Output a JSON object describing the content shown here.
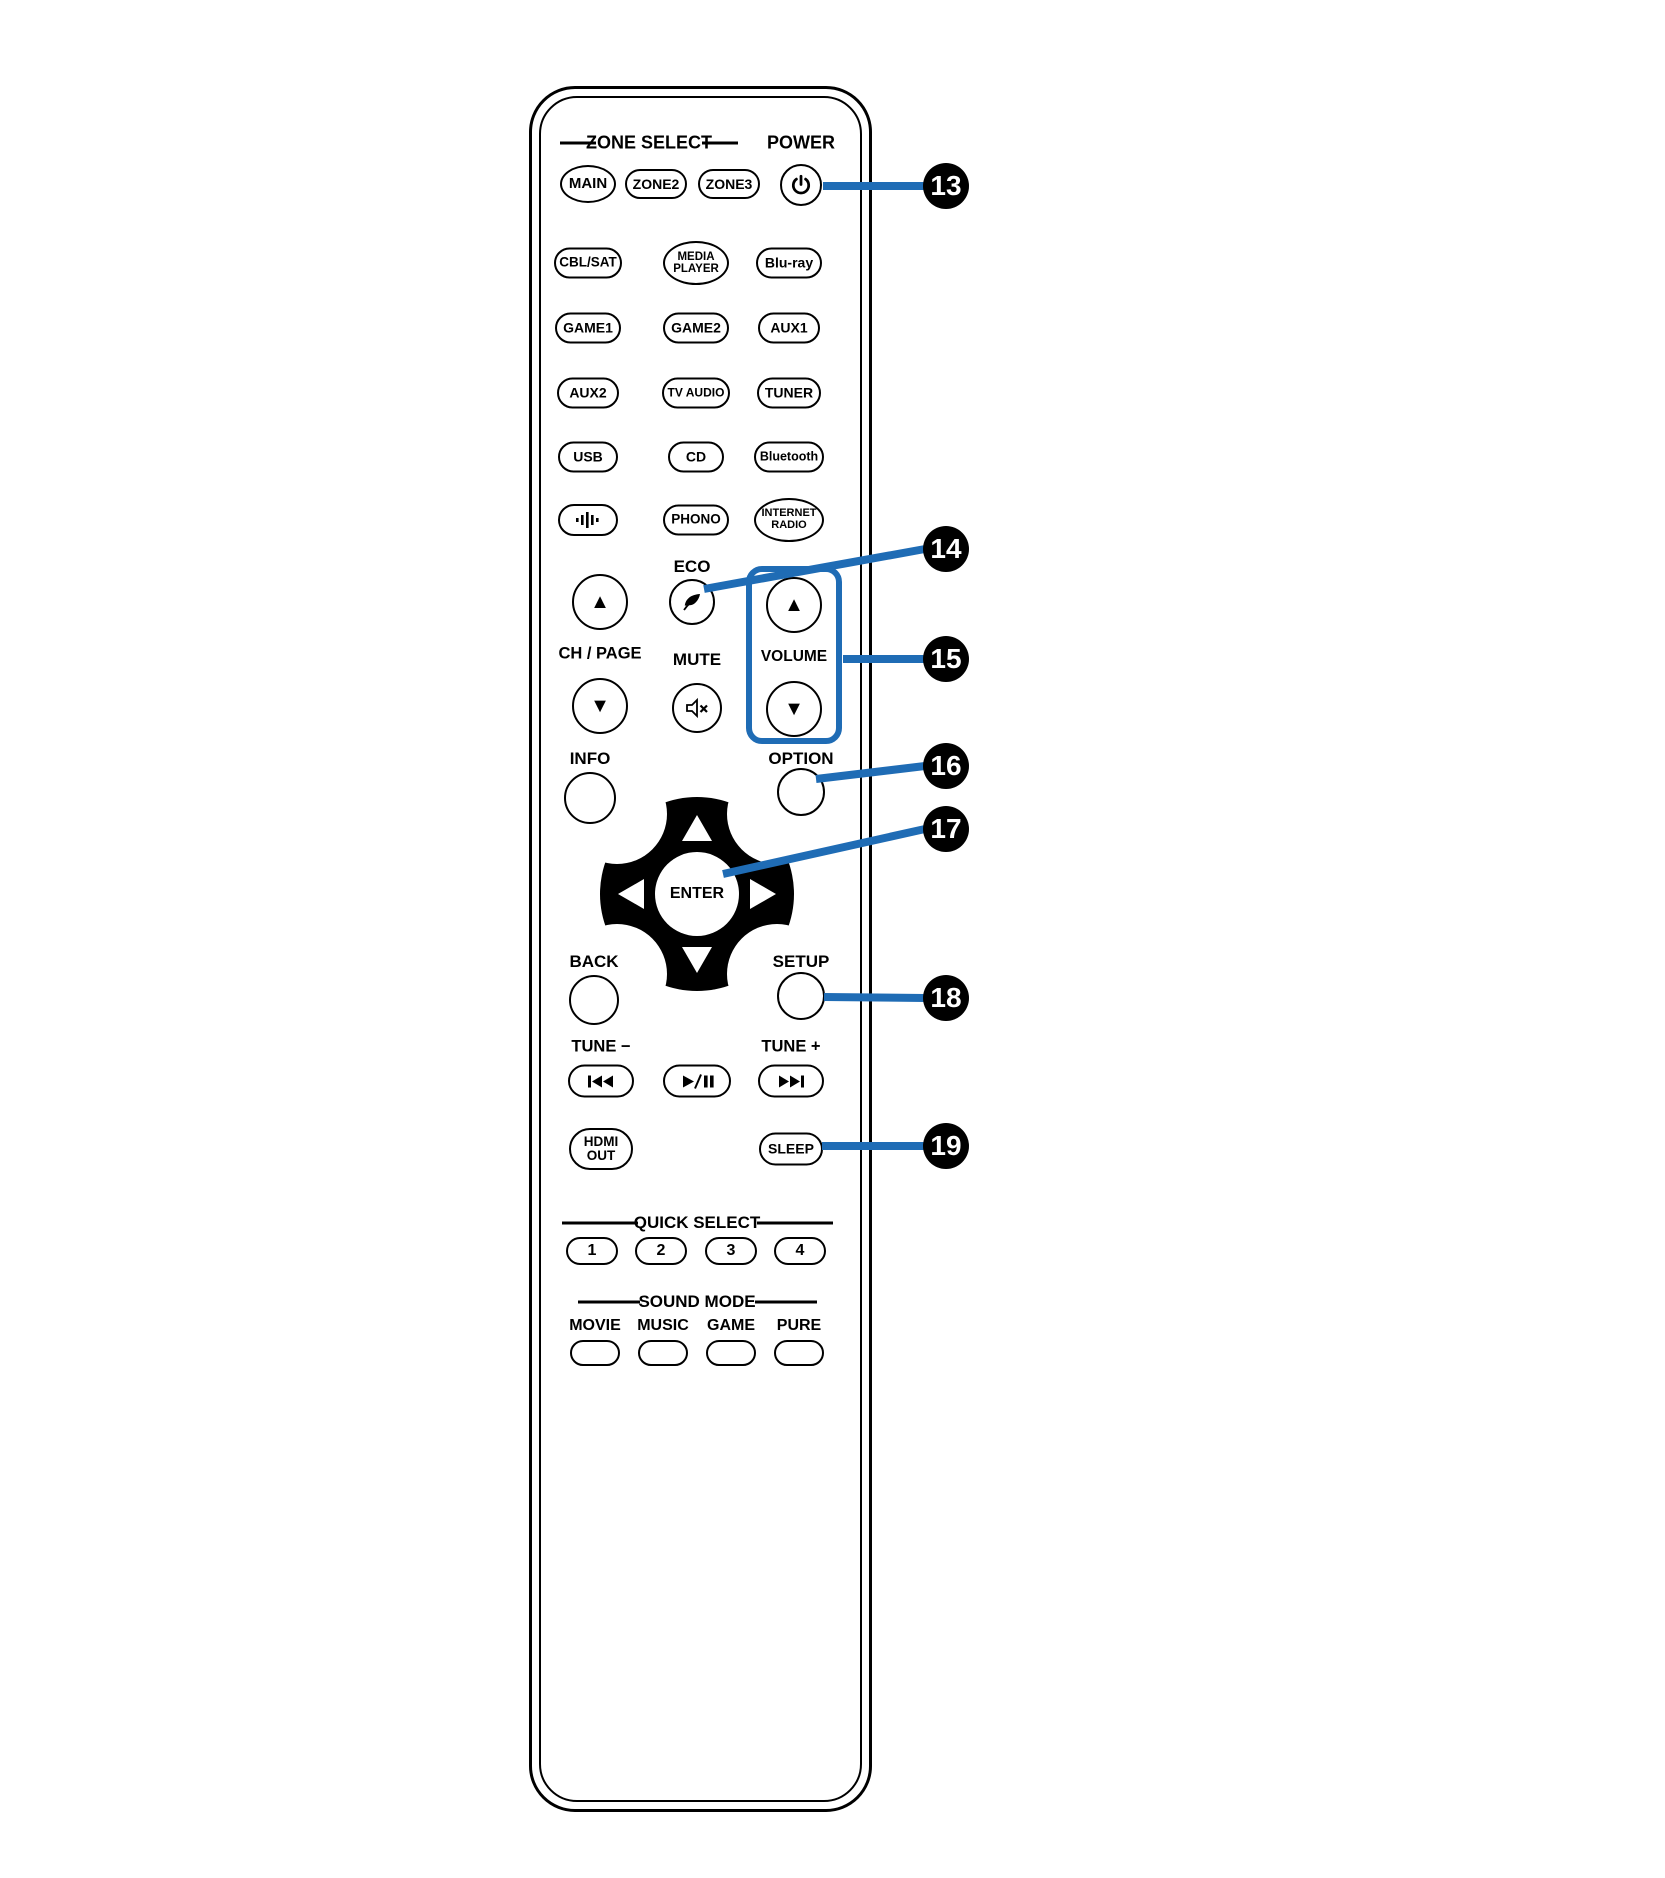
{
  "colors": {
    "accent": "#1f6cb5",
    "ink": "#000000"
  },
  "header": {
    "zone_select": "ZONE SELECT",
    "power": "POWER"
  },
  "zones": {
    "main": "MAIN",
    "zone2": "ZONE2",
    "zone3": "ZONE3"
  },
  "sources": {
    "cbl_sat": "CBL/SAT",
    "media_player_1": "MEDIA",
    "media_player_2": "PLAYER",
    "bluray": "Blu-ray",
    "game1": "GAME1",
    "game2": "GAME2",
    "aux1": "AUX1",
    "aux2": "AUX2",
    "tv_audio": "TV AUDIO",
    "tuner": "TUNER",
    "usb": "USB",
    "cd": "CD",
    "bluetooth": "Bluetooth",
    "phono": "PHONO",
    "internet_radio_1": "INTERNET",
    "internet_radio_2": "RADIO"
  },
  "controls": {
    "eco": "ECO",
    "ch_page": "CH / PAGE",
    "mute": "MUTE",
    "volume": "VOLUME",
    "info": "INFO",
    "option": "OPTION",
    "enter": "ENTER",
    "back": "BACK",
    "setup": "SETUP",
    "tune_minus": "TUNE −",
    "tune_plus": "TUNE +",
    "hdmi_1": "HDMI",
    "hdmi_2": "OUT",
    "sleep": "SLEEP"
  },
  "quick_select": {
    "title": "QUICK SELECT",
    "items": [
      "1",
      "2",
      "3",
      "4"
    ]
  },
  "sound_mode": {
    "title": "SOUND MODE",
    "items": [
      "MOVIE",
      "MUSIC",
      "GAME",
      "PURE"
    ]
  },
  "icons": {
    "up_arrow": "▲",
    "down_arrow": "▼"
  },
  "callouts": [
    "13",
    "14",
    "15",
    "16",
    "17",
    "18",
    "19"
  ]
}
